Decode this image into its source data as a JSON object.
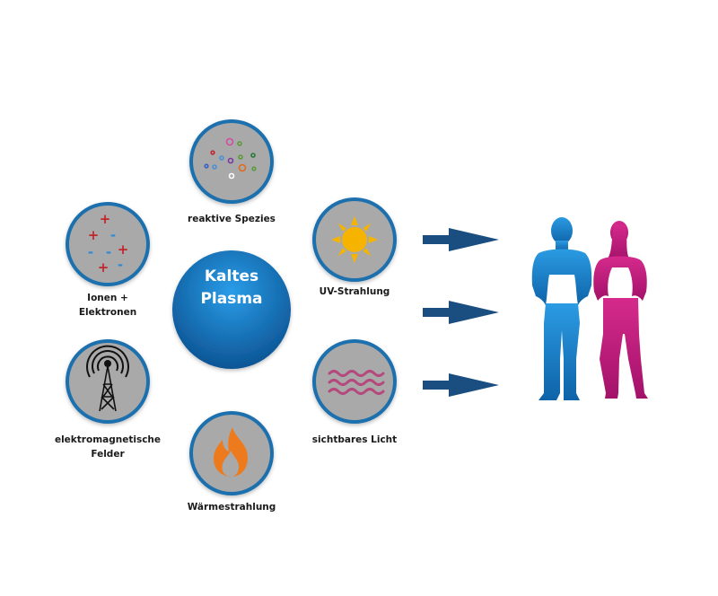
{
  "center": {
    "line1": "Kaltes",
    "line2": "Plasma"
  },
  "nodes": {
    "reactive_species": {
      "label": "reaktive Spezies",
      "icon": "particles-icon"
    },
    "ions": {
      "label_line1": "Ionen +",
      "label_line2": "Elektronen",
      "icon": "plus-minus-charges-icon"
    },
    "uv": {
      "label": "UV-Strahlung",
      "icon": "sun-icon"
    },
    "em_fields": {
      "label_line1": "elektromagnetische",
      "label_line2": "Felder",
      "icon": "radio-tower-icon"
    },
    "visible_light": {
      "label": "sichtbares Licht",
      "icon": "waves-icon"
    },
    "heat": {
      "label": "Wärmestrahlung",
      "icon": "flame-icon"
    }
  },
  "charges": {
    "plus": "+",
    "minus": "-"
  },
  "colors": {
    "node_fill": "#a9a9a9",
    "node_ring": "#1f6fae",
    "center_top": "#1f8fe0",
    "center_bottom": "#0a4f8e",
    "arrow": "#1a4e80",
    "man": "#1e8fd8",
    "woman": "#cc1d82",
    "sun": "#f6b400",
    "flame": "#ee7a1e",
    "waves": "#b5497d",
    "charge_red": "#c0272d",
    "charge_blue": "#2a8ad6"
  }
}
